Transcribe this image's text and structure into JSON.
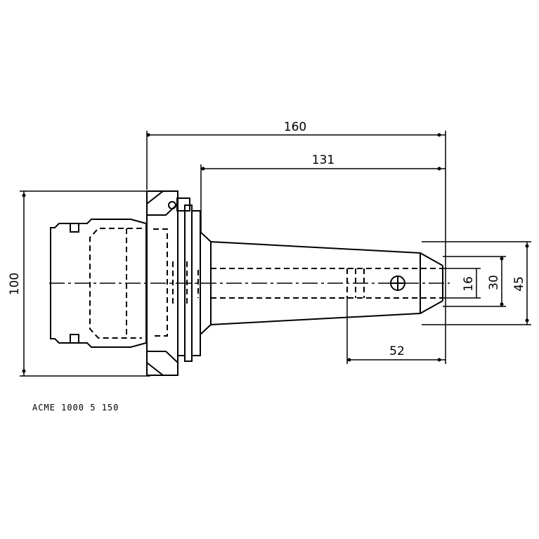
{
  "dimensions": {
    "overall_length": "160",
    "shank_length": "131",
    "flange_diameter": "100",
    "bore_depth": "52",
    "bore_diameter": "16",
    "hub_diameter": "30",
    "body_diameter": "45"
  },
  "caption": "ACME 1000 5 150"
}
